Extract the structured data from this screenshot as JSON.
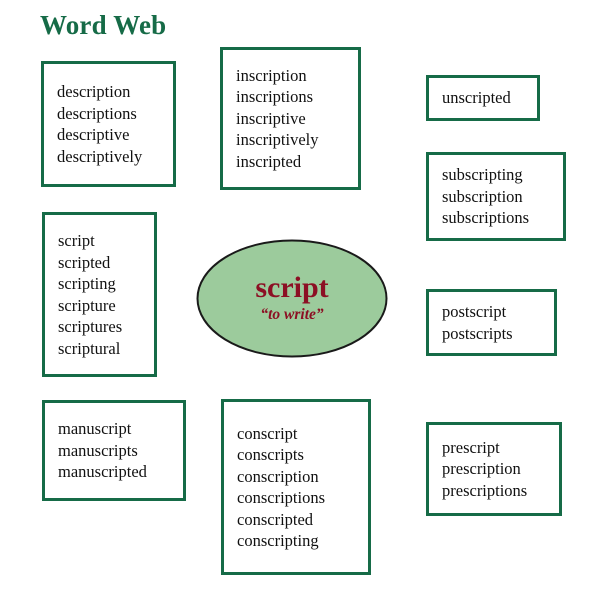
{
  "title": "Word Web",
  "theme": {
    "border_color": "#166b47",
    "title_color": "#166b47",
    "node_fill": "#9ccb9c",
    "node_stroke": "#1a1a1a",
    "node_text_color": "#8c1024",
    "word_text_color": "#111111",
    "background": "#ffffff"
  },
  "center": {
    "root": "script",
    "meaning": "“to write”"
  },
  "boxes": [
    {
      "id": "description",
      "position": "top-left",
      "words": [
        "description",
        "descriptions",
        "descriptive",
        "descriptively"
      ]
    },
    {
      "id": "inscription",
      "position": "top-center",
      "words": [
        "inscription",
        "inscriptions",
        "inscriptive",
        "inscriptively",
        "inscripted"
      ]
    },
    {
      "id": "unscripted",
      "position": "top-right",
      "words": [
        "unscripted"
      ]
    },
    {
      "id": "subscription",
      "position": "upper-right",
      "words": [
        "subscripting",
        "subscription",
        "subscriptions"
      ]
    },
    {
      "id": "script",
      "position": "middle-left",
      "words": [
        "script",
        "scripted",
        "scripting",
        "scripture",
        "scriptures",
        "scriptural"
      ]
    },
    {
      "id": "postscript",
      "position": "middle-right",
      "words": [
        "postscript",
        "postscripts"
      ]
    },
    {
      "id": "manuscript",
      "position": "bottom-left",
      "words": [
        "manuscript",
        "manuscripts",
        "manuscripted"
      ]
    },
    {
      "id": "conscript",
      "position": "bottom-center",
      "words": [
        "conscript",
        "conscripts",
        "conscription",
        "conscriptions",
        "conscripted",
        "conscripting"
      ]
    },
    {
      "id": "prescript",
      "position": "bottom-right",
      "words": [
        "prescript",
        "prescription",
        "prescriptions"
      ]
    }
  ]
}
